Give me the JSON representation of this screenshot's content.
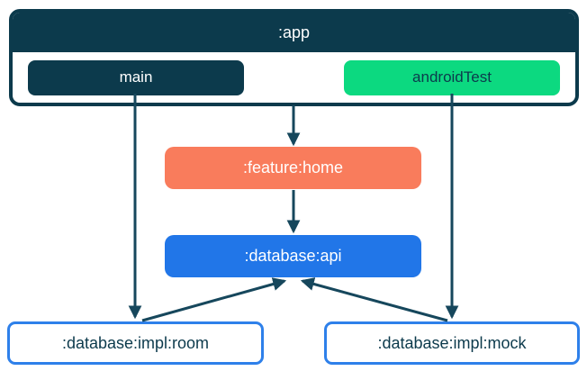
{
  "colors": {
    "navy": "#0c3a4c",
    "green": "#0cd980",
    "salmon": "#f97c5c",
    "blue": "#2176e8",
    "impl-border": "#2e80ea",
    "line": "#16475c",
    "bg": "#ffffff"
  },
  "diagram": {
    "app": {
      "label": ":app",
      "source_sets": [
        {
          "id": "main",
          "label": "main"
        },
        {
          "id": "androidTest",
          "label": "androidTest"
        }
      ]
    },
    "nodes": [
      {
        "id": "feature-home",
        "label": ":feature:home"
      },
      {
        "id": "database-api",
        "label": ":database:api"
      },
      {
        "id": "database-impl-room",
        "label": ":database:impl:room"
      },
      {
        "id": "database-impl-mock",
        "label": ":database:impl:mock"
      }
    ],
    "edges": [
      {
        "from": ":app",
        "to": ":feature:home"
      },
      {
        "from": ":feature:home",
        "to": ":database:api"
      },
      {
        "from": "main",
        "to": ":database:impl:room"
      },
      {
        "from": "androidTest",
        "to": ":database:impl:mock"
      },
      {
        "from": ":database:impl:room",
        "to": ":database:api"
      },
      {
        "from": ":database:impl:mock",
        "to": ":database:api"
      }
    ]
  }
}
